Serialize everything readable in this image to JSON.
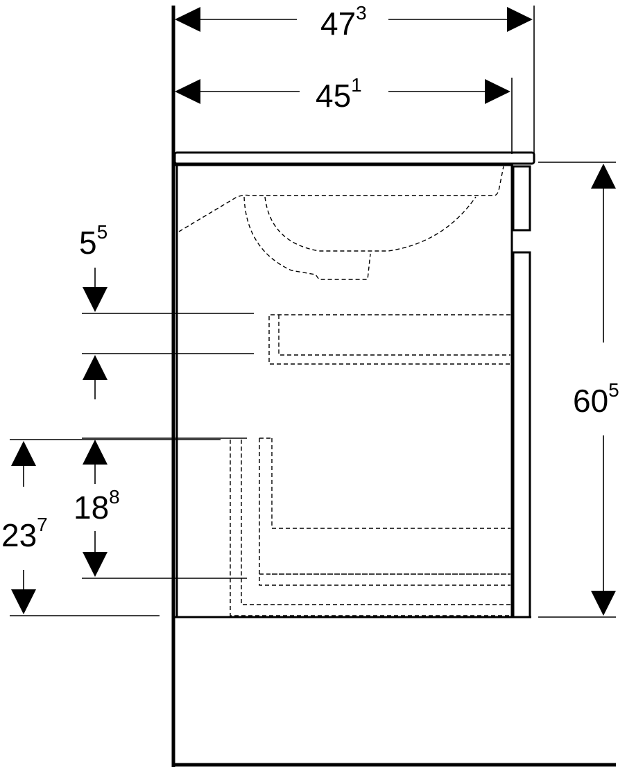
{
  "dimensions": {
    "overall_width": {
      "main": "47",
      "sup": "3"
    },
    "cabinet_width": {
      "main": "45",
      "sup": "1"
    },
    "cabinet_height": {
      "main": "60",
      "sup": "5"
    },
    "drawer_gap": {
      "main": "5",
      "sup": "5"
    },
    "drawer_height": {
      "main": "18",
      "sup": "8"
    },
    "floor_clearance": {
      "main": "23",
      "sup": "7"
    }
  }
}
